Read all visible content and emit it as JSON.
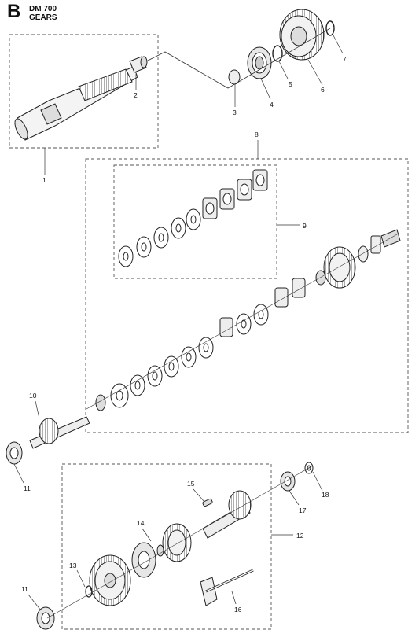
{
  "header": {
    "section_letter": "B",
    "model": "DM 700",
    "title": "GEARS"
  },
  "callouts": [
    {
      "id": "c1",
      "label": "1"
    },
    {
      "id": "c2",
      "label": "2"
    },
    {
      "id": "c3",
      "label": "3"
    },
    {
      "id": "c4",
      "label": "4"
    },
    {
      "id": "c5",
      "label": "5"
    },
    {
      "id": "c6",
      "label": "6"
    },
    {
      "id": "c7",
      "label": "7"
    },
    {
      "id": "c8",
      "label": "8"
    },
    {
      "id": "c9",
      "label": "9"
    },
    {
      "id": "c10",
      "label": "10"
    },
    {
      "id": "c11a",
      "label": "11"
    },
    {
      "id": "c11b",
      "label": "11"
    },
    {
      "id": "c12",
      "label": "12"
    },
    {
      "id": "c13",
      "label": "13"
    },
    {
      "id": "c14",
      "label": "14"
    },
    {
      "id": "c15",
      "label": "15"
    },
    {
      "id": "c16",
      "label": "16"
    },
    {
      "id": "c17",
      "label": "17"
    },
    {
      "id": "c18",
      "label": "18"
    }
  ]
}
